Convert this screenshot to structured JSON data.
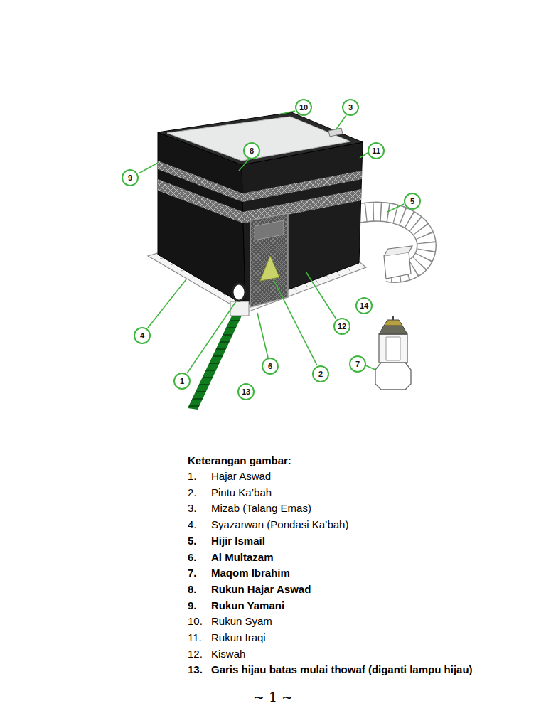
{
  "diagram": {
    "labels": [
      "10",
      "3",
      "8",
      "11",
      "9",
      "5",
      "4",
      "14",
      "12",
      "7",
      "1",
      "6",
      "2",
      "13",
      "Keterangan gambar:",
      "1.",
      "Hajar Aswad",
      "2.",
      "Pintu Ka’bah",
      "3.",
      "Mizab (Talang Emas)",
      "4.",
      "Syazarwan (Pondasi Ka’bah)",
      "5.",
      "Hijir Ismail",
      "6.",
      "Al Multazam",
      "7.",
      "Maqom Ibrahim",
      "8.",
      "Rukun Hajar Aswad",
      "9.",
      "Rukun Yamani",
      "10.",
      "Rukun Syam",
      "11.",
      "Rukun Iraqi",
      "12.",
      "Kiswah",
      "13.",
      "Garis hijau batas mulai thowaf (diganti lampu hijau)",
      "~ 1 ~"
    ]
  }
}
